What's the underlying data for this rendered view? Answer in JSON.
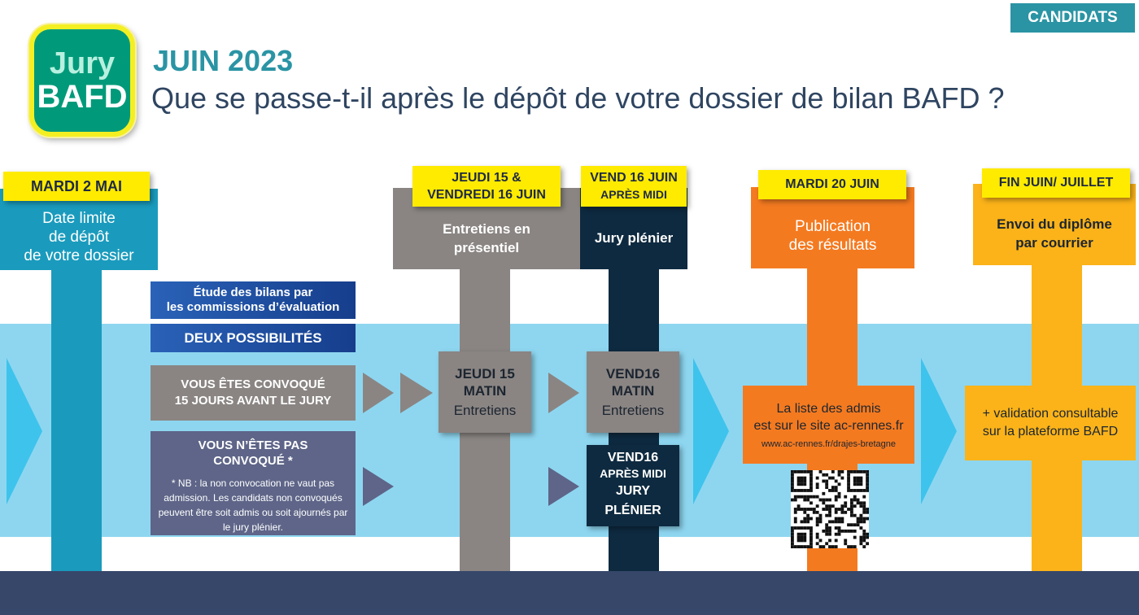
{
  "badge": {
    "line1": "Jury",
    "line2": "BAFD"
  },
  "tag": "CANDIDATS",
  "header": {
    "date": "JUIN 2023",
    "question": "Que se passe-t-il après le dépôt de votre dossier de bilan BAFD ?"
  },
  "step1": {
    "date": "MARDI 2 MAI",
    "text": "Date limite\nde dépôt\nde votre dossier"
  },
  "evaluation": {
    "study": "Étude des bilans par\nles commissions d’évaluation",
    "two": "DEUX POSSIBILITÉS",
    "convoque": "VOUS ÊTES CONVOQUÉ\n15 JOURS AVANT LE JURY",
    "not_convoque_title": "VOUS N’ÊTES PAS\nCONVOQUÉ *",
    "note": "* NB : la non convocation ne vaut pas admission. Les candidats non convoqués peuvent être soit admis ou soit ajournés par le jury plénier."
  },
  "step2": {
    "date": "JEUDI 15 &\nVENDREDI 16 JUIN",
    "text": "Entretiens en\nprésentiel",
    "box_title": "JEUDI 15\nMATIN",
    "box_sub": "Entretiens"
  },
  "step3": {
    "date1": "VEND 16 JUIN",
    "date2": "APRÈS MIDI",
    "text": "Jury plénier",
    "box1_title": "VEND16\nMATIN",
    "box1_sub": "Entretiens",
    "box2_l1": "VEND16",
    "box2_l2": "APRÈS MIDI",
    "box2_l3": "JURY\nPLÉNIER"
  },
  "step4": {
    "date": "MARDI 20 JUIN",
    "text": "Publication\ndes résultats",
    "box_text": "La liste des admis\nest sur le site ac-rennes.fr",
    "url": "www.ac-rennes.fr/drajes-bretagne"
  },
  "step5": {
    "date": "FIN JUIN/ JUILLET",
    "text": "Envoi du diplôme\npar courrier",
    "box_text": "+ validation consultable\nsur la plateforme BAFD"
  },
  "colors": {
    "teal": "#1a9bbd",
    "band": "#8ed6f0",
    "arrow": "#3ec3ec",
    "gray": "#8a8583",
    "navy": "#0e2a40",
    "orange": "#f47a20",
    "amber": "#fbb319",
    "yellow": "#ffeb00",
    "title_teal": "#2a94a4",
    "footer": "#36476a"
  }
}
